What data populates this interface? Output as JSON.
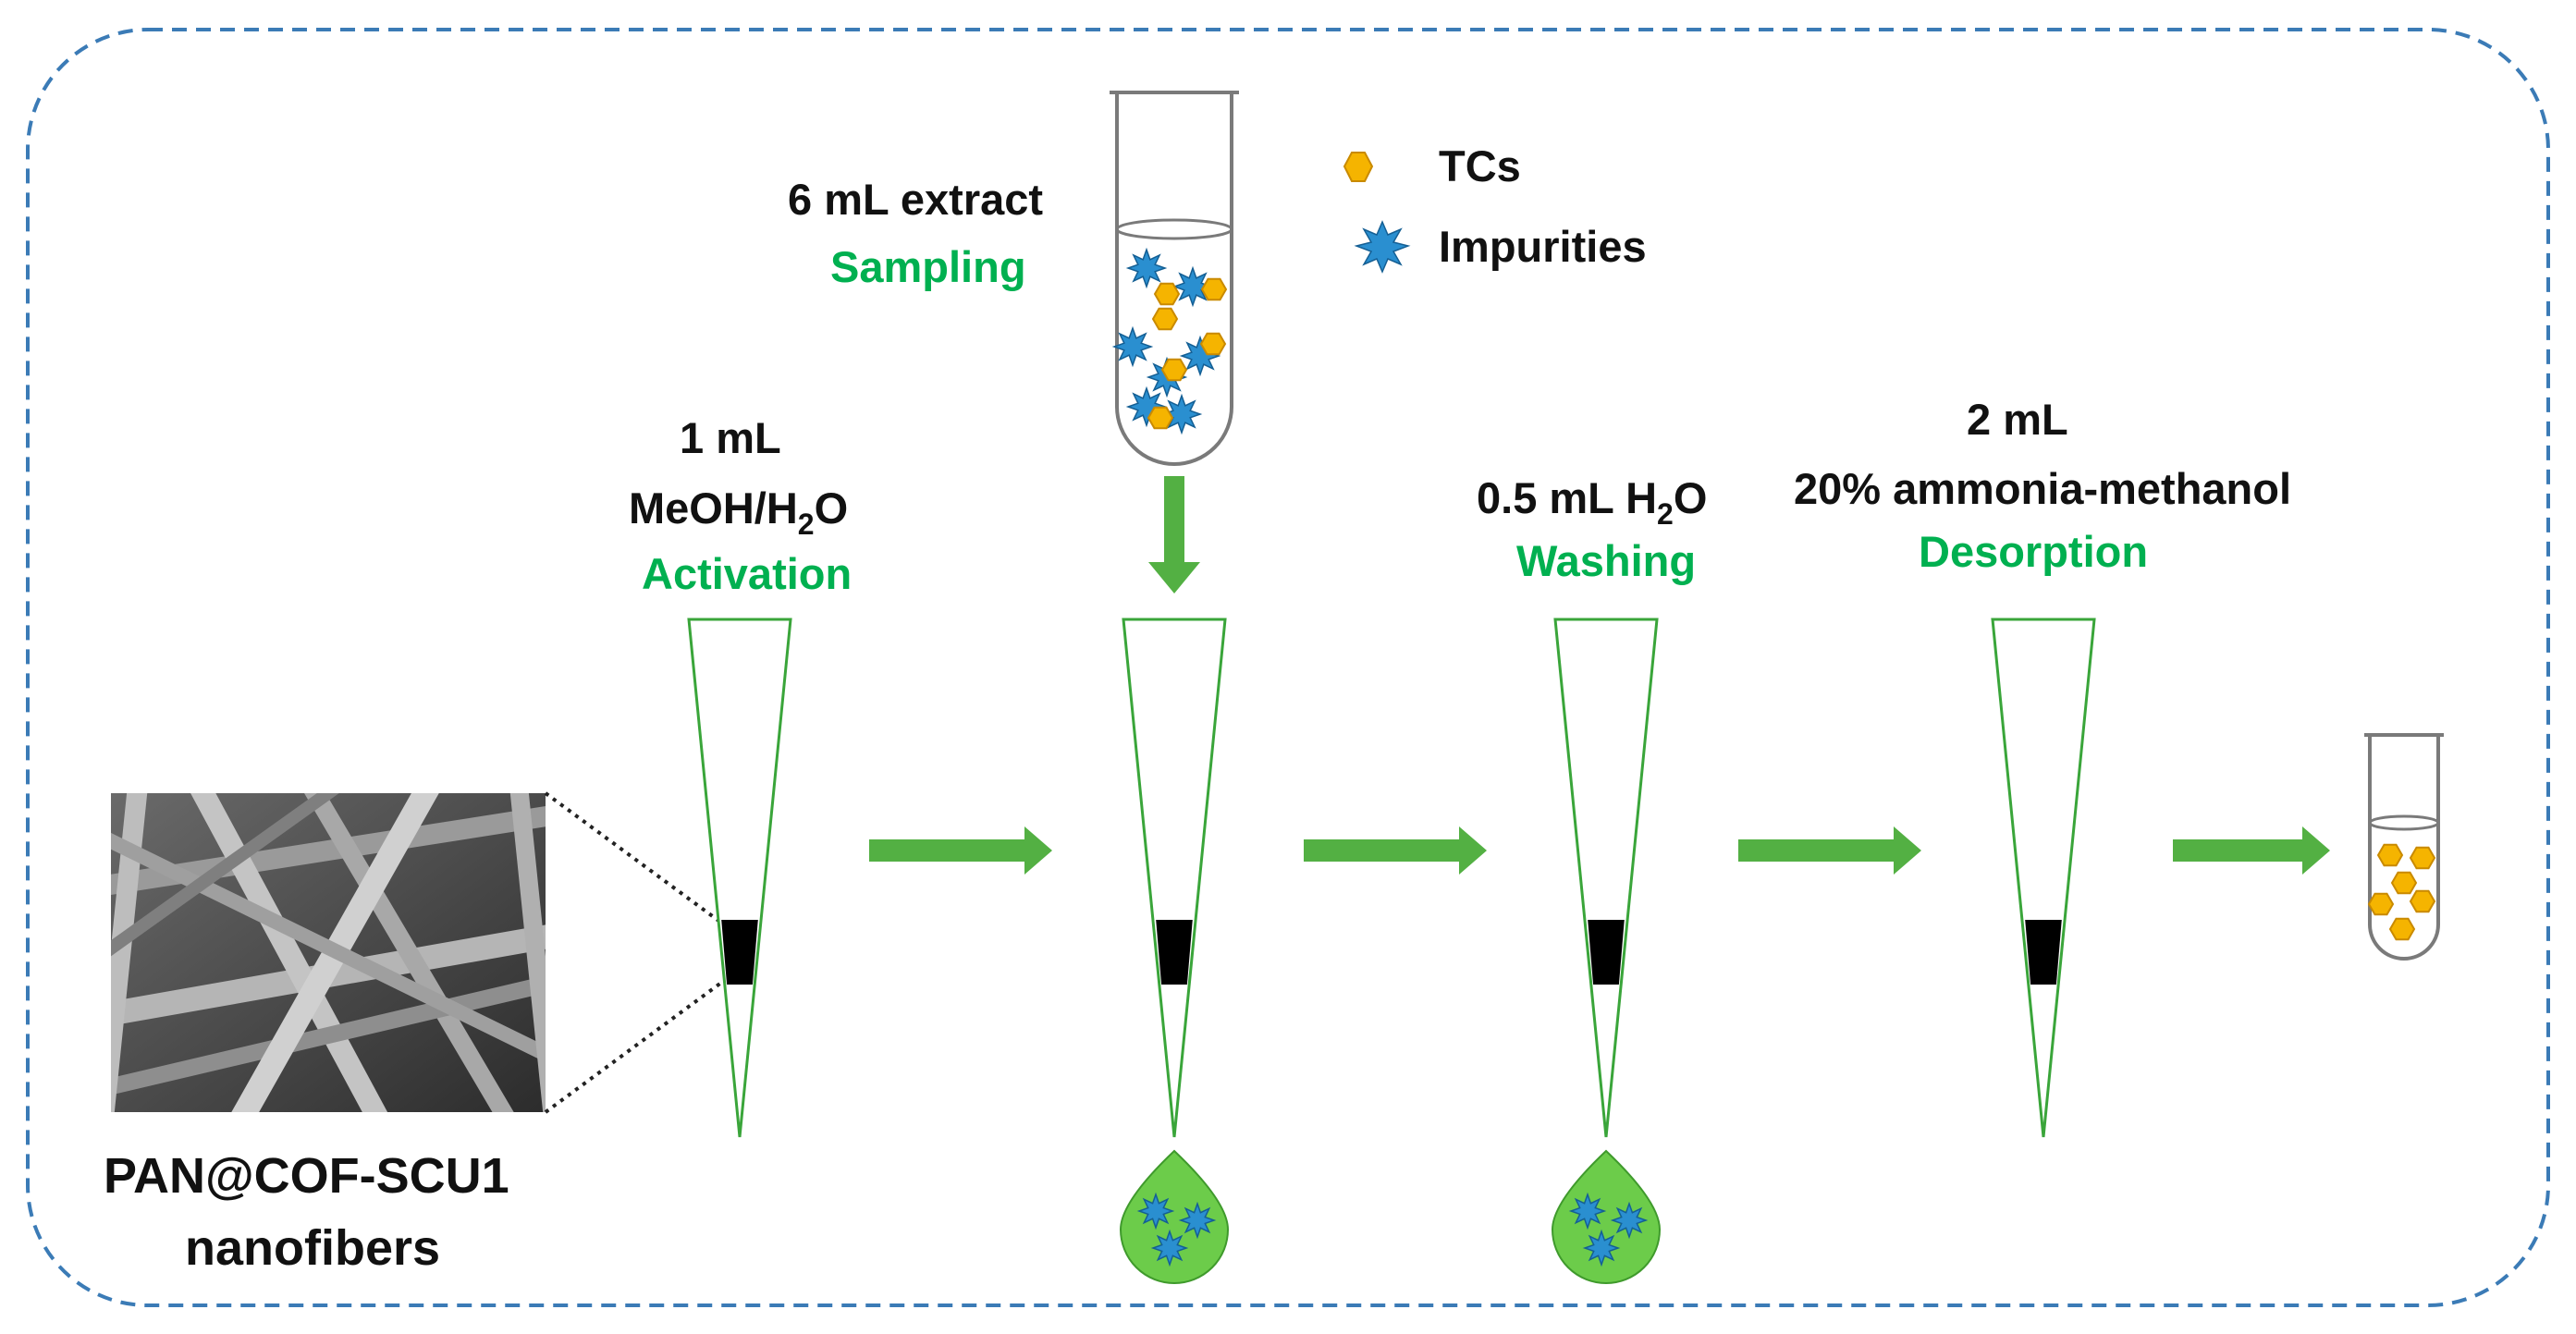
{
  "legend": {
    "tcs": "TCs",
    "impurities": "Impurities"
  },
  "material": {
    "line1": "PAN@COF-SCU1",
    "line2": "nanofibers"
  },
  "steps": {
    "sampling": {
      "amount": "6 mL extract",
      "name": "Sampling"
    },
    "activation": {
      "amount": "1 mL",
      "solvent_main": "MeOH/H",
      "solvent_sub": "2",
      "solvent_tail": "O",
      "name": "Activation"
    },
    "washing": {
      "amount_main": "0.5 mL H",
      "amount_sub": "2",
      "amount_tail": "O",
      "name": "Washing"
    },
    "desorption": {
      "amount": "2 mL",
      "solvent": "20% ammonia-methanol",
      "name": "Desorption"
    }
  },
  "colors": {
    "border": "#3b7bb6",
    "green_text": "#00b050",
    "arrow": "#53b043",
    "tc": "#f5b400",
    "impurity": "#2a8fd0",
    "droplet": "#6ccc4a",
    "black_band": "#000000"
  },
  "icons": {
    "tc": "hexagon-icon",
    "impurity": "starburst-icon"
  }
}
